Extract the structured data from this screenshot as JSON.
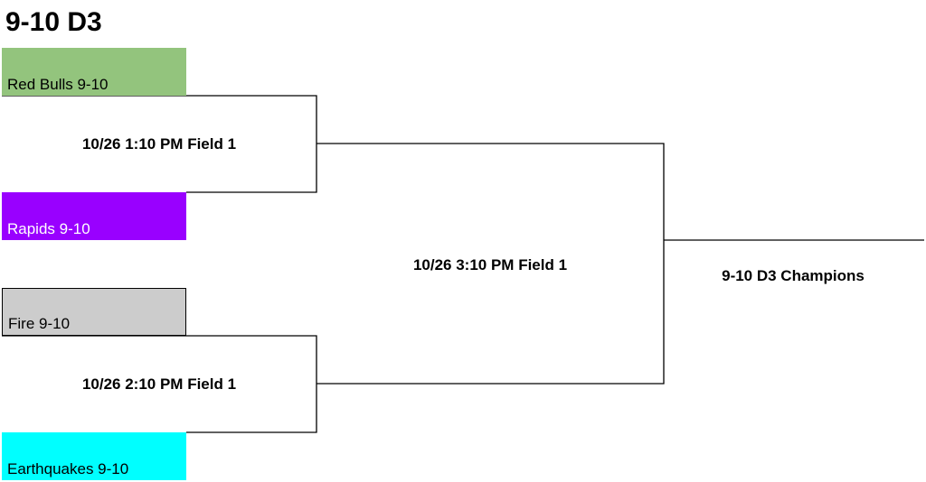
{
  "bracket": {
    "title": "9-10 D3",
    "teams": [
      {
        "name": "Red Bulls 9-10",
        "color": "#93c47d"
      },
      {
        "name": "Rapids 9-10",
        "color": "#9900ff"
      },
      {
        "name": "Fire 9-10",
        "color": "#cccccc"
      },
      {
        "name": "Earthquakes 9-10",
        "color": "#00ffff"
      }
    ],
    "matches": [
      {
        "label": "10/26 1:10 PM Field 1"
      },
      {
        "label": "10/26 2:10 PM Field 1"
      },
      {
        "label": "10/26 3:10 PM Field 1"
      }
    ],
    "champion_label": "9-10 D3 Champions"
  }
}
